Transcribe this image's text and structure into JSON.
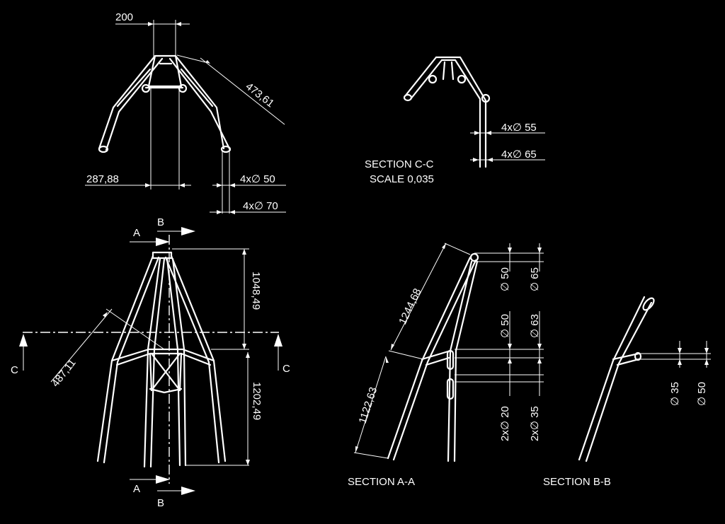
{
  "dimensions": {
    "top_width": "200",
    "top_diag": "473,61",
    "top_span": "287,88",
    "top_tube_inner": "4x∅ 50",
    "top_tube_outer": "4x∅ 70",
    "cc_tube_inner": "4x∅ 55",
    "cc_tube_outer": "4x∅ 65",
    "front_upper_height": "1048,49",
    "front_lower_height": "1202,49",
    "front_diag": "487,11",
    "aa_upper_len": "1244,68",
    "aa_lower_len": "1122,63",
    "aa_d50": "∅ 50",
    "aa_d65": "∅ 65",
    "aa_d50b": "∅ 50",
    "aa_d63": "∅ 63",
    "aa_d20": "2x∅ 20",
    "aa_d35": "2x∅ 35",
    "bb_d35": "∅ 35",
    "bb_d50": "∅ 50"
  },
  "section_cc": {
    "title": "SECTION  C-C",
    "scale": "SCALE  0,035"
  },
  "section_aa": {
    "title": "SECTION  A-A"
  },
  "section_bb": {
    "title": "SECTION  B-B"
  },
  "section_markers": {
    "a_top": "A",
    "b_top": "B",
    "a_bottom": "A",
    "b_bottom": "B",
    "c_left": "C",
    "c_right": "C"
  }
}
